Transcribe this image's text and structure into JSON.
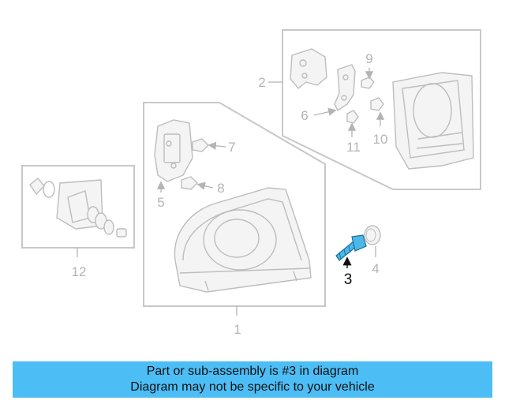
{
  "diagram": {
    "labels": {
      "l1": "1",
      "l2": "2",
      "l3": "3",
      "l4": "4",
      "l5": "5",
      "l6": "6",
      "l7": "7",
      "l8": "8",
      "l9": "9",
      "l10": "10",
      "l11": "11",
      "l12": "12"
    },
    "highlight_color": "#4db8e8"
  },
  "banner": {
    "line1": "Part or sub-assembly is #3 in diagram",
    "line2": "Diagram may not be specific to your vehicle",
    "background": "#4dbdf5"
  }
}
